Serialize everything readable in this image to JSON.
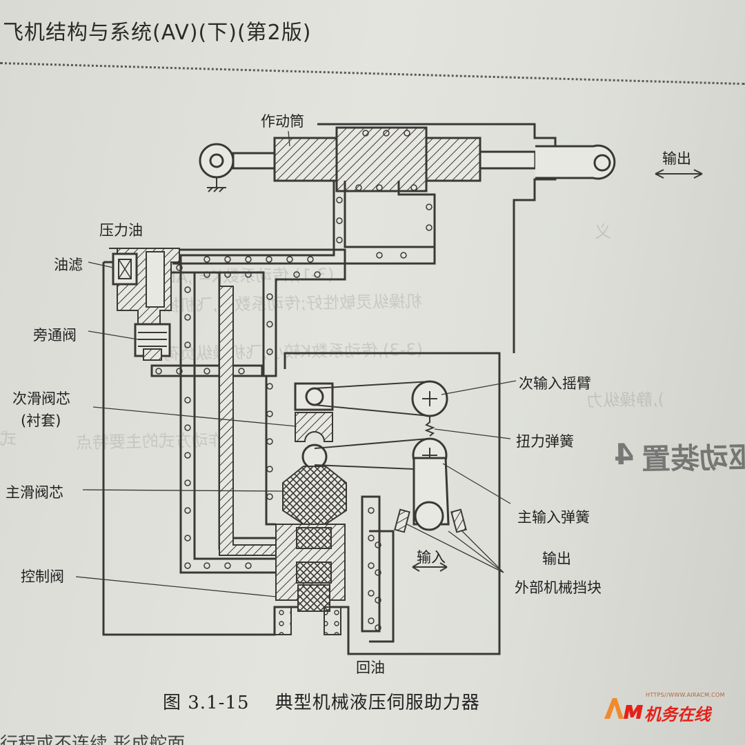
{
  "header": {
    "title": "飞机结构与系统(AV)(下)(第2版)"
  },
  "figure": {
    "labels": {
      "actuator": "作动筒",
      "output_top": "输出",
      "pressure_oil": "压力油",
      "oil_filter": "油滤",
      "bypass_valve": "旁通阀",
      "secondary_spool": "次滑阀芯",
      "secondary_spool_note": "(衬套)",
      "main_spool": "主滑阀芯",
      "control_valve": "控制阀",
      "secondary_input_arm": "次输入摇臂",
      "torsion_spring": "扭力弹簧",
      "main_input_spring": "主输入弹簧",
      "output_mid": "输出",
      "external_stop": "外部机械挡块",
      "input": "输入",
      "return_oil": "回油"
    },
    "caption_number": "图 3.1-15",
    "caption_title": "典型机械液压伺服助力器"
  },
  "background_text": {
    "bleed_1": "义",
    "bleed_2": "(3-1),传动系数K=  ,Ab",
    "bleed_3": "机操纵灵敏性好;传动系数小,飞机操",
    "bleed_4": "(3-3),传动系数K较小,飞机操纵负荷",
    "bleed_5": "),静操纵力",
    "bleed_6": "作动方式的主要特点",
    "bleed_7": "舵面驱动装置",
    "bleed_8": "式",
    "bleed_9": "4",
    "bottom_line": "行程或不连续 形成舵面"
  },
  "watermark": {
    "url": "HTTPS//WWW.AIRACM.COM",
    "text": "机务在线"
  },
  "colors": {
    "ink": "#3a3836",
    "hatch": "#3a3836",
    "paper": "#e2e2dc",
    "watermark_red": "#e4211a",
    "watermark_orange": "#f08a2c"
  }
}
